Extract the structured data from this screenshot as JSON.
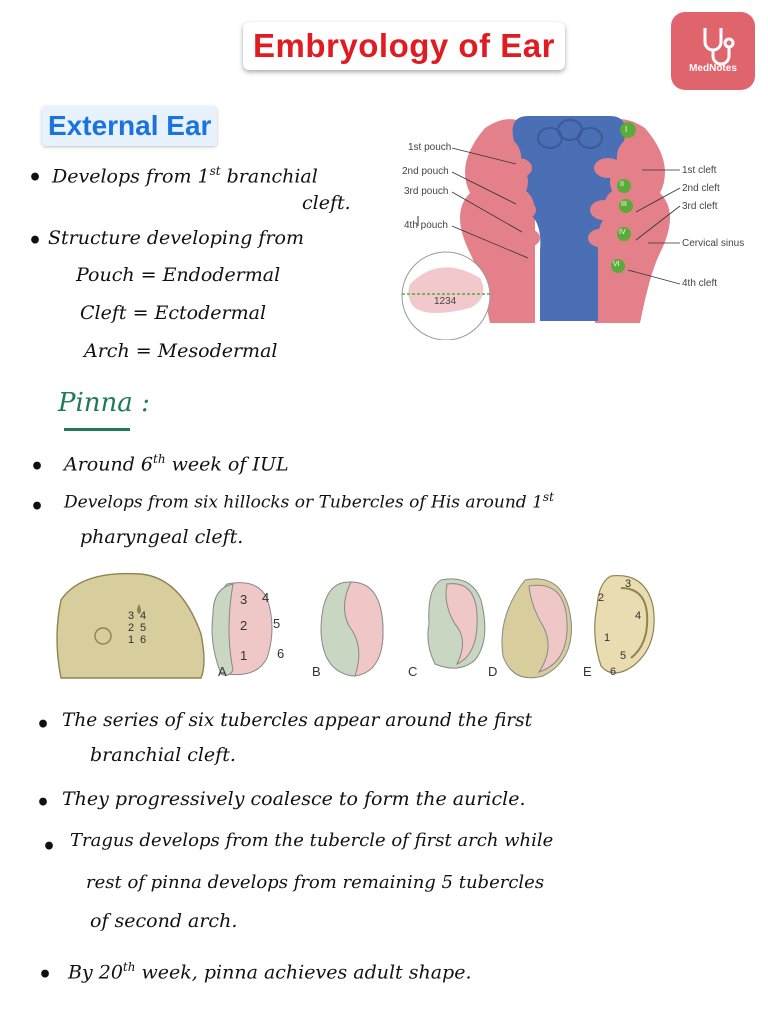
{
  "header": {
    "title": "Embryology of Ear",
    "logo_text": "MedNotes"
  },
  "external_ear": {
    "heading": "External Ear",
    "bullet1_line1": "Develops from 1",
    "bullet1_sup": "st",
    "bullet1_line1_end": " branchial",
    "bullet1_line2": "cleft.",
    "bullet2": "Structure developing from",
    "pouch": "Pouch = Endodermal",
    "cleft": "Cleft = Ectodermal",
    "arch": "Arch = Mesodermal"
  },
  "branchial_diagram": {
    "left_labels": [
      "1st pouch",
      "2nd pouch",
      "3rd pouch",
      "4th pouch"
    ],
    "right_labels": [
      "1st cleft",
      "2nd cleft",
      "3rd cleft",
      "Cervical sinus",
      "4th cleft"
    ],
    "arch_numbers": [
      "I",
      "II",
      "III",
      "IV",
      "VI"
    ],
    "inset_numbers": "1234"
  },
  "pinna": {
    "heading": "Pinna :",
    "bullet1_a": "Around 6",
    "bullet1_sup": "th",
    "bullet1_b": " week of IUL",
    "bullet2_line1": "Develops from six hillocks or Tubercles of His around 1",
    "bullet2_sup": "st",
    "bullet2_line2": "pharyngeal cleft."
  },
  "hillocks_diagram": {
    "stage_labels": [
      "A",
      "B",
      "C",
      "D",
      "E"
    ],
    "embryo_numbers": [
      "3",
      "4",
      "2",
      "5",
      "1",
      "6"
    ],
    "stage_a_numbers": [
      "3",
      "4",
      "2",
      "5",
      "1",
      "6"
    ],
    "stage_e_numbers": [
      "3",
      "2",
      "4",
      "1",
      "5",
      "6"
    ]
  },
  "notes": {
    "n1_line1": "The series of six tubercles appear around the first",
    "n1_line2": "branchial cleft.",
    "n2": "They progressively coalesce to form the auricle.",
    "n3_line1": "Tragus develops from the tubercle of first arch while",
    "n3_line2": "rest of pinna develops from remaining 5 tubercles",
    "n3_line3": "of second arch.",
    "n4_a": "By 20",
    "n4_sup": "th",
    "n4_b": " week, pinna achieves adult shape."
  },
  "colors": {
    "title_red": "#e11b22",
    "heading_blue": "#1a73e0",
    "pinna_green": "#1f7a55",
    "diagram_blue": "#4a6fb5",
    "diagram_pink": "#e4808a",
    "arch_green": "#5aab3a"
  }
}
